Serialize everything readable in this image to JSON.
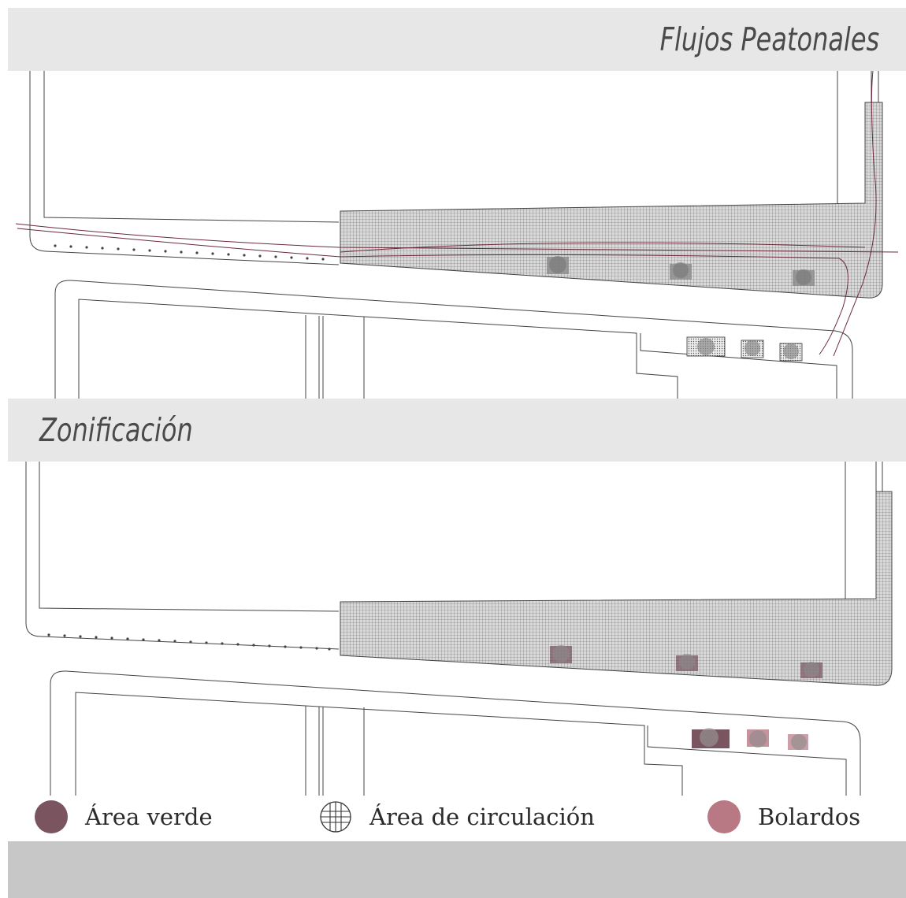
{
  "sections": {
    "flows_title": "Flujos Peatonales",
    "zoning_title": "Zonificación"
  },
  "legend": [
    {
      "label": "Área verde",
      "color": "#7a5560",
      "icon": "filled-circle"
    },
    {
      "label": "Área de circulación",
      "color": "#555555",
      "icon": "hatched-circle-icon"
    },
    {
      "label": "Bolardos",
      "color": "#b87884",
      "icon": "filled-circle"
    }
  ],
  "colors": {
    "banner": "#e6e7e6",
    "footer": "#c6c7c6",
    "plan_lines": "#444444",
    "flow_lines": "#6a2a3a",
    "hatch": "#666666"
  }
}
